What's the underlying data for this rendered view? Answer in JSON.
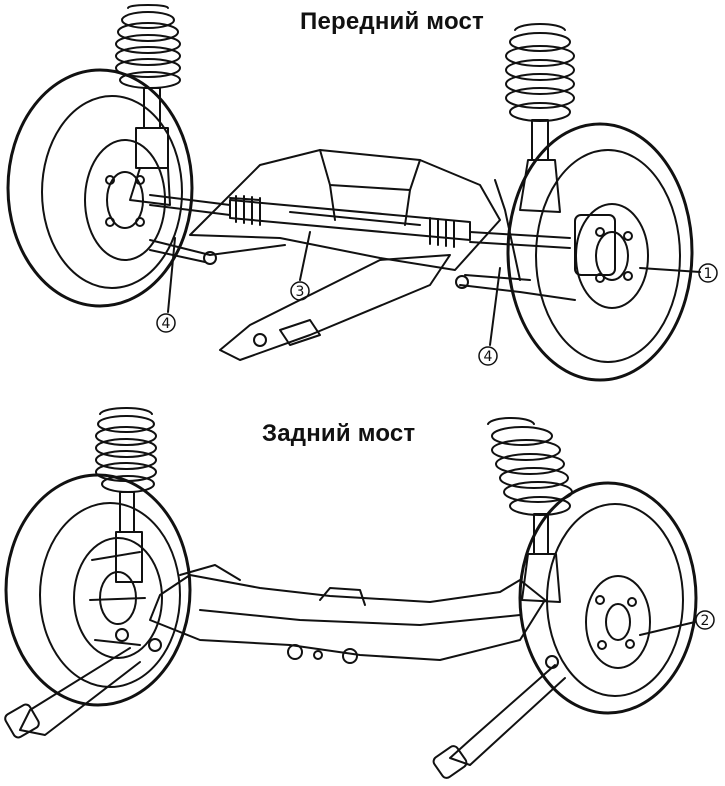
{
  "front_axle": {
    "title": "Передний мост",
    "callouts": [
      "1",
      "3",
      "4",
      "4"
    ]
  },
  "rear_axle": {
    "title": "Задний мост",
    "callouts": [
      "2"
    ]
  },
  "colors": {
    "line": "#111111",
    "background": "#ffffff"
  }
}
